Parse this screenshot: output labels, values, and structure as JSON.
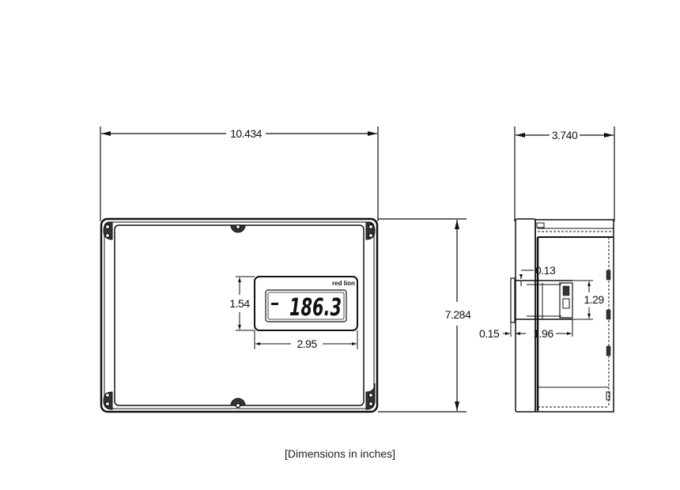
{
  "diagram": {
    "front_view": {
      "width_label": "10.434",
      "height_label": "7.284",
      "display": {
        "width_label": "2.95",
        "height_label": "1.54",
        "reading": "- 186.3",
        "sign": "-",
        "value": "186.3",
        "brand": "red lion"
      }
    },
    "side_view": {
      "depth_label": "3.740",
      "bezel_label": "0.13",
      "panel_label": "0.15",
      "body_depth_label": "1.96",
      "body_height_label": "1.29"
    },
    "caption": "[Dimensions in inches]"
  }
}
